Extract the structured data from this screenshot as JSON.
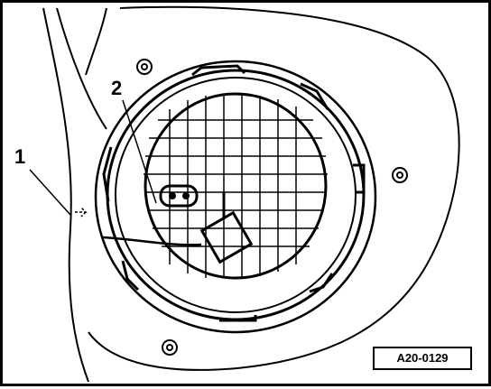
{
  "figure": {
    "reference_code": "A20-0129",
    "callouts": [
      "1",
      "2"
    ]
  },
  "colors": {
    "line": "#000000",
    "background": "#ffffff"
  }
}
